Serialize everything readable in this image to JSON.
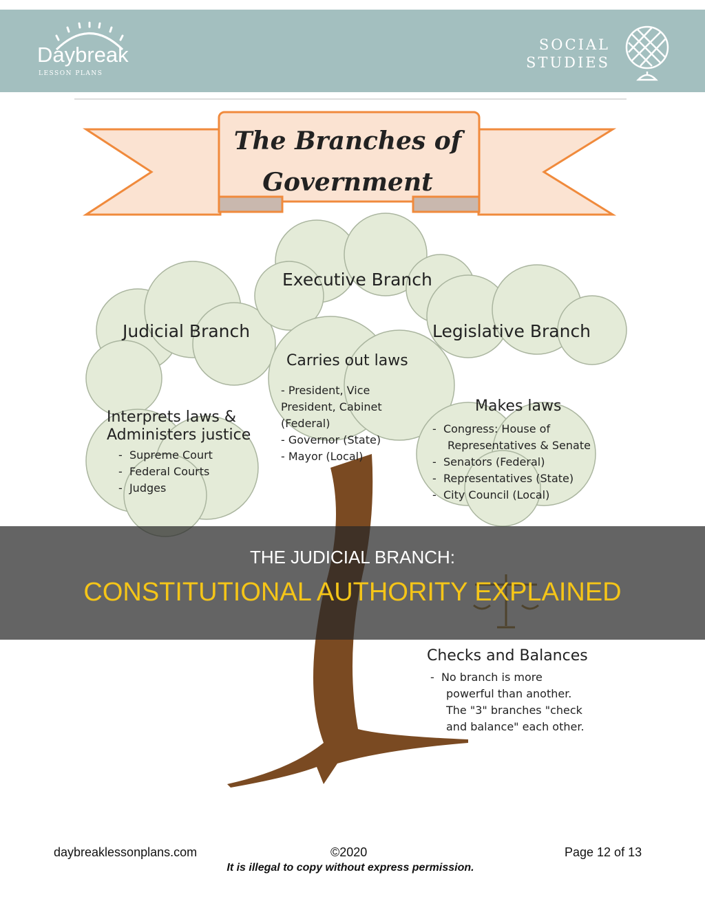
{
  "header": {
    "logo": "Daybreak",
    "logo_sub": "LESSON PLANS",
    "subject_line1": "SOCIAL",
    "subject_line2": "STUDIES",
    "bg_color": "#a3bfbf"
  },
  "banner": {
    "title_line1": "The Branches of",
    "title_line2": "Government",
    "color": "#f08a3c",
    "fill": "#fbe3d2"
  },
  "executive": {
    "title": "Executive Branch",
    "role": "Carries out laws",
    "items": [
      "President, Vice President, Cabinet (Federal)",
      "Governor (State)",
      "Mayor (Local)"
    ]
  },
  "judicial": {
    "title": "Judicial Branch",
    "role_line1": "Interprets laws &",
    "role_line2": "Administers justice",
    "items": [
      "Supreme Court",
      "Federal Courts",
      "Judges"
    ]
  },
  "legislative": {
    "title": "Legislative Branch",
    "role": "Makes laws",
    "items": [
      "Congress: House of",
      "Representatives & Senate",
      "Senators (Federal)",
      "Representatives (State)",
      "City Council (Local)"
    ]
  },
  "checks": {
    "title": "Checks and Balances",
    "lines": [
      "No branch is more",
      "powerful than another.",
      "The \"3\" branches \"check",
      "and balance\" each other."
    ]
  },
  "overlay": {
    "line1": "THE JUDICIAL BRANCH:",
    "line2": "CONSTITUTIONAL AUTHORITY EXPLAINED"
  },
  "footer": {
    "site": "daybreaklessonplans.com",
    "copyright": "©2020",
    "page": "Page 12 of 13",
    "notice": "It is illegal to copy without express permission."
  }
}
